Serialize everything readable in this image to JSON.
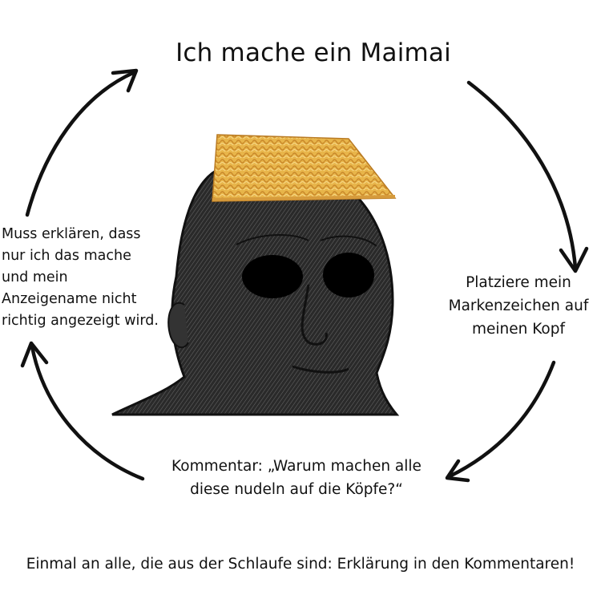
{
  "cycle": {
    "top": "Ich mache ein Maimai",
    "right": [
      "Platziere mein",
      "Markenzeichen auf",
      "meinen Kopf"
    ],
    "bottom": [
      "Kommentar: „Warum machen alle",
      "diese nudeln auf die Köpfe?“"
    ],
    "left": [
      "Muss erklären, dass",
      "nur ich das mache",
      "und mein",
      "Anzeigename nicht",
      "richtig angezeigt wird."
    ]
  },
  "footer": "Einmal an alle, die aus der Schlaufe sind: Erklärung in den Kommentaren!",
  "icons": [
    "cycle-arrow-icon",
    "wojak-head-icon",
    "noodle-block-icon"
  ],
  "colors": {
    "ink": "#111111",
    "background": "#ffffff",
    "noodle": "#e8b54a"
  }
}
